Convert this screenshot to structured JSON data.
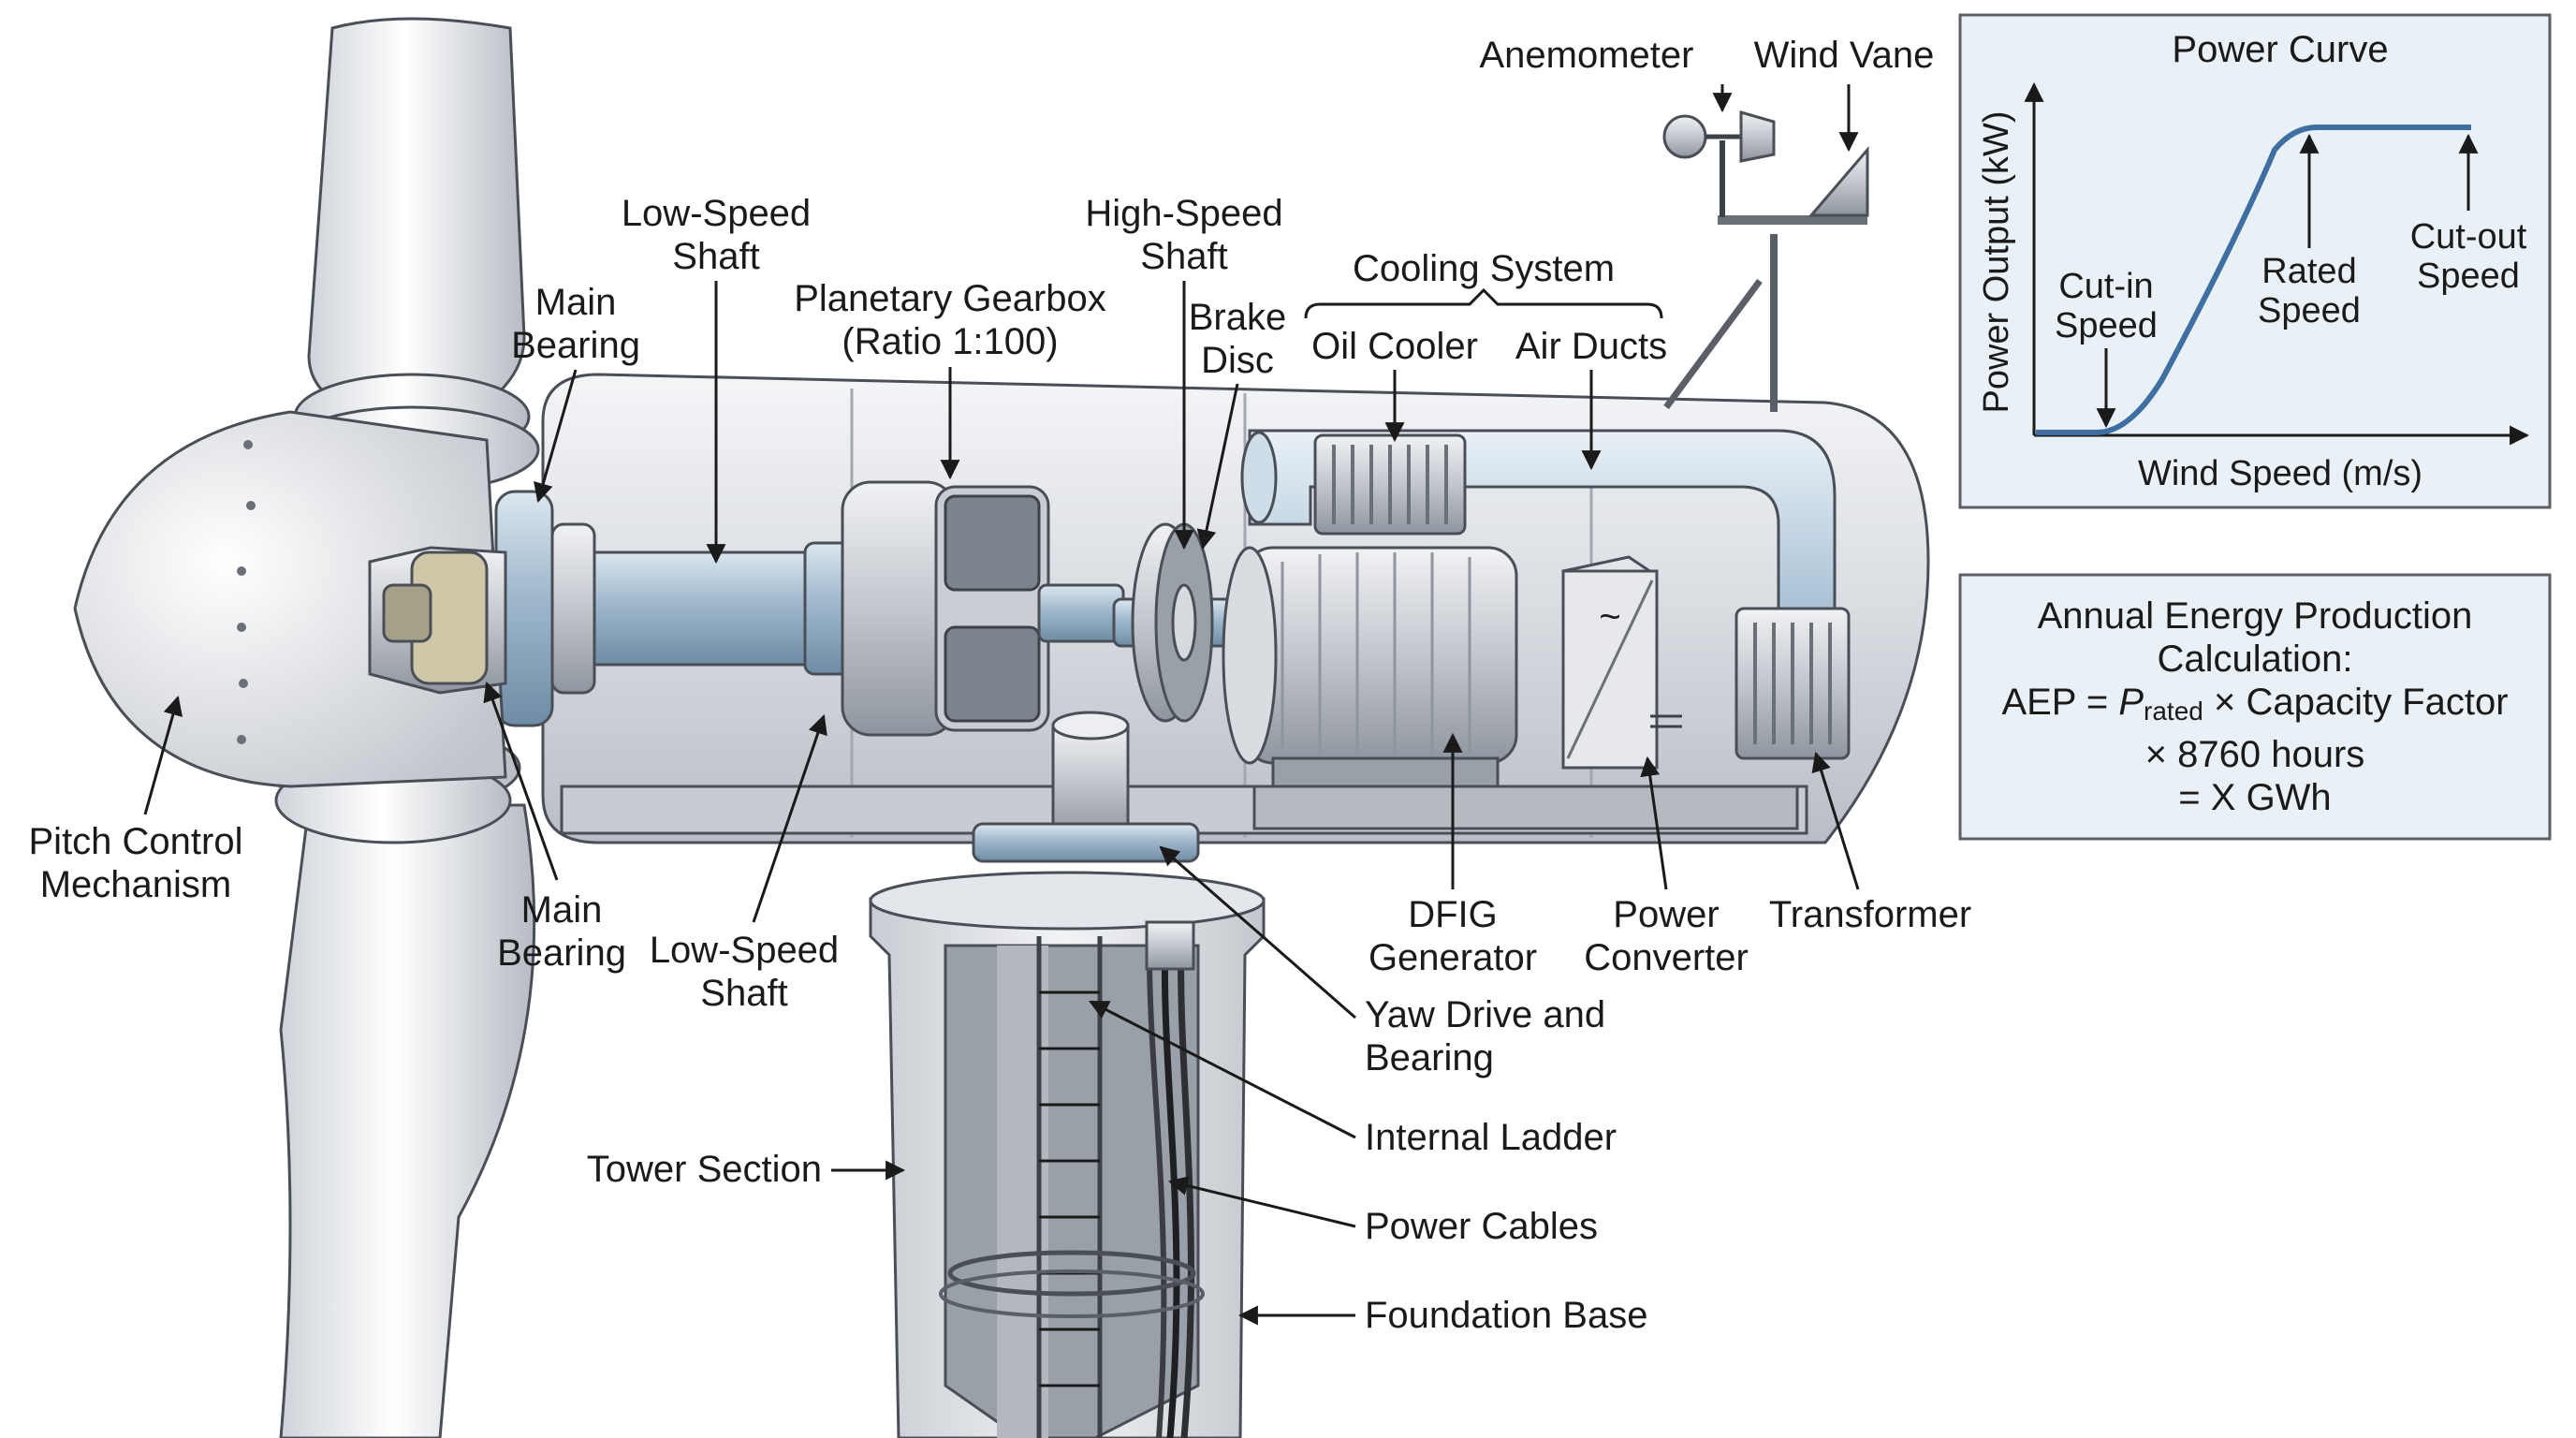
{
  "labels": {
    "anemometer": "Anemometer",
    "wind_vane": "Wind Vane",
    "low_speed_shaft_top": [
      "Low-Speed",
      "Shaft"
    ],
    "high_speed_shaft": [
      "High-Speed",
      "Shaft"
    ],
    "main_bearing_top": [
      "Main",
      "Bearing"
    ],
    "planetary_gearbox": [
      "Planetary Gearbox",
      "(Ratio 1:100)"
    ],
    "brake_disc": [
      "Brake",
      "Disc"
    ],
    "cooling_system": "Cooling System",
    "oil_cooler": "Oil Cooler",
    "air_ducts": "Air Ducts",
    "pitch_control": [
      "Pitch Control",
      "Mechanism"
    ],
    "main_bearing_bottom": [
      "Main",
      "Bearing"
    ],
    "low_speed_shaft_bottom": [
      "Low-Speed",
      "Shaft"
    ],
    "dfig_generator": [
      "DFIG",
      "Generator"
    ],
    "power_converter": [
      "Power",
      "Converter"
    ],
    "transformer": "Transformer",
    "yaw_drive": [
      "Yaw Drive and",
      "Bearing"
    ],
    "internal_ladder": "Internal Ladder",
    "tower_section": "Tower Section",
    "power_cables": "Power Cables",
    "foundation_base": "Foundation Base"
  },
  "power_curve": {
    "title": "Power Curve",
    "ylabel": "Power Output (kW)",
    "xlabel": "Wind Speed (m/s)",
    "cut_in": [
      "Cut-in",
      "Speed"
    ],
    "rated": [
      "Rated",
      "Speed"
    ],
    "cut_out": [
      "Cut-out",
      "Speed"
    ]
  },
  "aep": {
    "line1": "Annual Energy Production",
    "line2": "Calculation:",
    "prefix": "AEP = ",
    "p_symbol": "P",
    "p_sub": "rated",
    "suffix": " × Capacity Factor",
    "line4": "× 8760 hours",
    "line5": "= X GWh"
  },
  "colors": {
    "steel_light": "#e6e8ec",
    "steel_mid": "#c4c8cf",
    "shaft_blue": "#a9c2d6",
    "panel_bg": "#e9f1f7",
    "curve_blue": "#3f6fa0"
  }
}
